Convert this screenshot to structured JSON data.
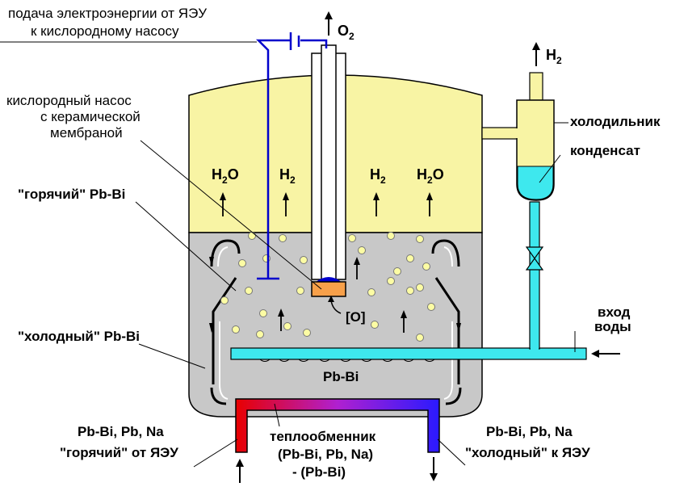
{
  "labels": {
    "power_supply_line1": "подача электроэнергии от ЯЭУ",
    "power_supply_line2": "к кислородному насосу",
    "pump_line1": "кислородный насос",
    "pump_line2": "с керамической",
    "pump_line3": "мембраной",
    "hot_pbbi": "\"горячий\" Pb-Bi",
    "cold_pbbi": "\"холодный\" Pb-Bi",
    "cooler": "холодильник",
    "condensate": "конденсат",
    "water_inlet_line1": "вход",
    "water_inlet_line2": "воды",
    "pbbi_center": "Pb-Bi",
    "oxygen_ion": "[O]",
    "inlet_left_line1": "Pb-Bi, Pb, Na",
    "inlet_left_line2": "\"горячий\" от ЯЭУ",
    "outlet_right_line1": "Pb-Bi, Pb, Na",
    "outlet_right_line2": "\"холодный\" к ЯЭУ",
    "heat_exchanger_line1": "теплообменник",
    "heat_exchanger_line2": "(Pb-Bi, Pb, Na)",
    "heat_exchanger_line3": "- (Pb-Bi)"
  },
  "gases": {
    "o2_main": "O",
    "o2_sub": "2",
    "h2_out_main": "H",
    "h2_out_sub": "2",
    "g1_main": "H",
    "g1_sub": "2",
    "g1_tail": "O",
    "g2_main": "H",
    "g2_sub": "2",
    "g3_main": "H",
    "g3_sub": "2",
    "g4_main": "H",
    "g4_sub": "2",
    "g4_tail": "O"
  },
  "colors": {
    "gas_zone": "#f8f4a4",
    "melt_zone": "#c8c8c8",
    "water": "#3ee8ee",
    "bubble": "#fcfca4",
    "wire": "#0000cc",
    "membrane": "#f7a04a",
    "hot": "#e80000",
    "cold": "#2a1aff"
  }
}
